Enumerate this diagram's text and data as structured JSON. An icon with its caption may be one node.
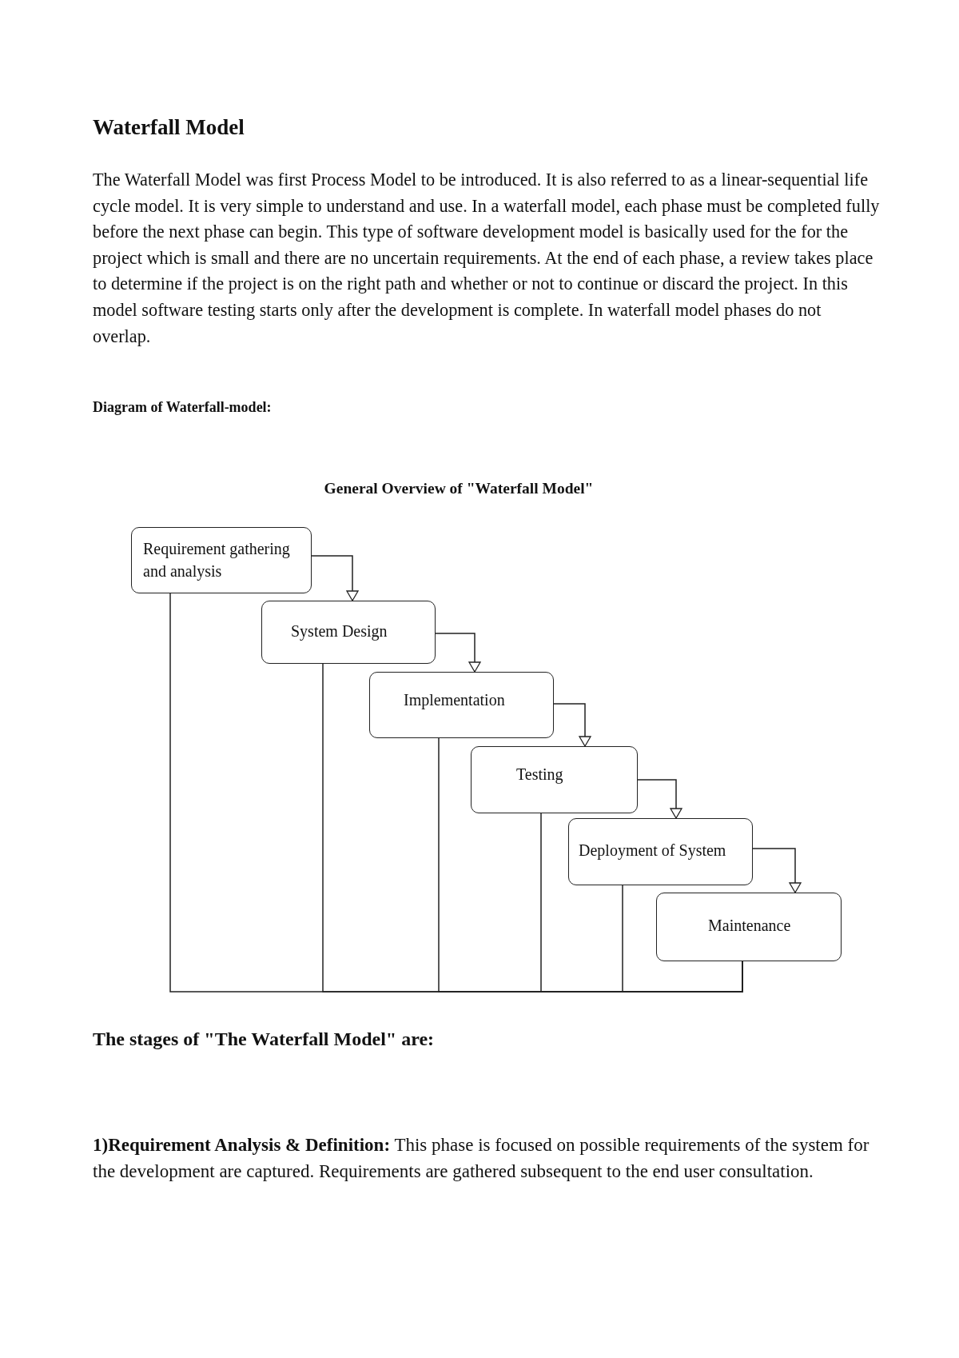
{
  "diagram": {
    "title": "Waterfall Model",
    "nodes": [
      {
        "text": [
          "Requirement gathering and analysis"
        ]
      },
      {
        "text": [
          "System Design"
        ]
      },
      {
        "text": [
          "Implementation"
        ]
      },
      {
        "text": [
          "Testing"
        ]
      },
      {
        "text": [
          "Deployment of System"
        ]
      },
      {
        "text": [
          "Maintenance"
        ]
      }
    ],
    "edges": [
      {
        "from": 0,
        "to": 1,
        "arrow": "to"
      },
      {
        "from": 1,
        "to": 2,
        "arrow": "to"
      },
      {
        "from": 2,
        "to": 3,
        "arrow": "to"
      },
      {
        "from": 3,
        "to": 4,
        "arrow": "to"
      },
      {
        "from": 4,
        "to": 5,
        "arrow": "to"
      },
      {
        "from": 5,
        "to": 4,
        "arrow": "none"
      },
      {
        "from": 5,
        "to": 3,
        "arrow": "none"
      },
      {
        "from": 5,
        "to": 2,
        "arrow": "none"
      },
      {
        "from": 5,
        "to": 1,
        "arrow": "none"
      },
      {
        "from": 5,
        "to": 0,
        "arrow": "none"
      }
    ],
    "labels": [
      "The Waterfall Model was first Process Model to be introduced. It is also referred to as a linear-sequential life cycle model.  It is very simple to understand and use.  In a waterfall model, each phase must be completed fully before the next phase can begin. This type of software development model is basically used for the for the project which is small and there are no uncertain requirements. At the end of each phase, a review takes place to determine if the project is on the right path and whether or not to continue or discard the project. In this model software testing starts only after the development is complete. In waterfall model phases do not overlap.",
      "Diagram of Waterfall-model:",
      "General Overview of \"Waterfall Model\"",
      "The stages of \"The Waterfall Model\" are:",
      "**1)Requirement Analysis & Definition:** This phase is focused on possible requirements of the system for the development are captured. Requirements are gathered subsequent to the end user consultation."
    ]
  }
}
